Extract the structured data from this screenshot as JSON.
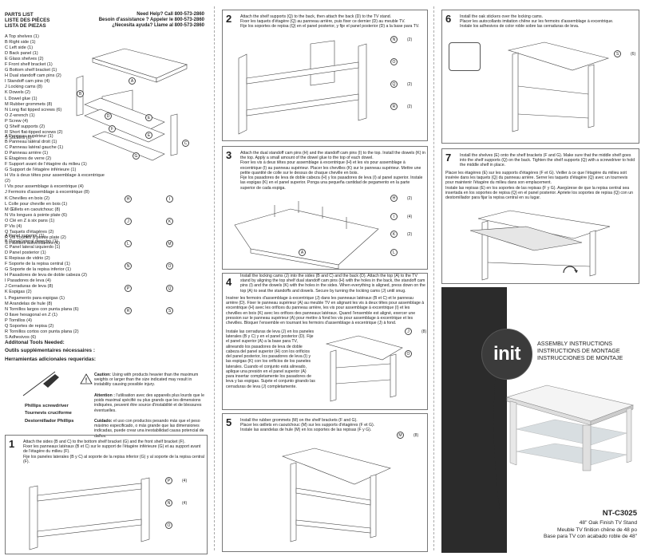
{
  "parts_list": {
    "title_en": "PARTS LIST",
    "title_fr": "LISTE DES PIÈCES",
    "title_es": "LISTA DE PIEZAS",
    "help_en": "Need Help? Call 800-573-2860",
    "help_fr": "Besoin d'assistance ? Appeler le 800-573-2860",
    "help_es": "¿Necesita ayuda? Llame al 800-573-2860",
    "items_en": [
      "A  Top shelves (1)",
      "B  Right side (1)",
      "C  Left side (1)",
      "D  Back panel (1)",
      "E  Glass shelves (2)",
      "F  Front shelf bracket (1)",
      "G  Bottom shelf bracket (1)",
      "H  Dual standoff cam pins (2)",
      "I   Standoff cam pins (4)",
      "J  Locking cams (8)",
      "K  Dowels (2)",
      "L  Dowel glue (1)",
      "M Rubber grommets (8)",
      "N  Long flat tipped screws (6)",
      "O  Z-wrench (1)",
      "P  Screw (4)",
      "Q  Shelf supports (2)",
      "R  Short flat-tipped screws (2)",
      "S  Stickers (6)"
    ],
    "items_fr": [
      "A  Panneau supérieur (1)",
      "B  Panneau latéral droit (1)",
      "C  Panneau latéral gauche (1)",
      "D  Panneau arrière (1)",
      "E  Étagères de verre (2)",
      "F  Support avant de l'étagère du milieu (1)",
      "G  Support de l'étagère inférieure (1)",
      "H  Vis à deux têtes pour assemblage à excentrique (2)",
      "I   Vis pour assemblage à excentrique (4)",
      "J  Fermoirs d'assemblage à excentrique (8)",
      "K  Chevilles en bois (2)",
      "L  Colle pour cheville en bois (1)",
      "M Œillets en caoutchouc (8)",
      "N  Vis longues à pointe plate (6)",
      "O  Clé en Z à six pans (1)",
      "P  Vis (4)",
      "Q  Taquets d'étagères (2)",
      "R  Vis courtes à pointe plate (2)",
      "S  Pastilles autocollantes (6)"
    ],
    "items_es": [
      "A  Panel superior (1)",
      "B  Panel lateral derecho (1)",
      "C  Panel lateral izquierdo (1)",
      "D  Panel posterior (1)",
      "E  Repisas de vidrio (2)",
      "F  Soporte de la repisa central (1)",
      "G  Soporte de la repisa inferior (1)",
      "H  Pasadores de leva de doble cabeza (2)",
      "I   Pasadores de leva (4)",
      "J  Cerraduras de leva (8)",
      "K  Espigas (2)",
      "L  Pegamento para espigas (1)",
      "M Arandelas de hule (8)",
      "N  Tornillos largos con punta plana (6)",
      "O  llave hexagonal en Z (1)",
      "P  Tornillos (4)",
      "Q  Soportes de repisa (2)",
      "R  Tornillos cortos con punta plana (2)",
      "S  Adhesivos (6)"
    ]
  },
  "tools": {
    "title_en": "Additonal Tools Needed:",
    "title_fr": "Outils supplémentaires nécessaires :",
    "title_es": "Herramientas adicionales requeridas:",
    "tool_en": "Phillips screwdriver",
    "tool_fr": "Tournevis cruciforme",
    "tool_es": "Destornillador Phillips",
    "caution_label": "Caution:",
    "caution_en": "Using with products heavier than the maximum weights or larger than the size indicated may result in instability causing possible injury.",
    "attention_label": "Attention :",
    "attention_fr": "l'utilisation avec des appareils plus lourds que le poids maximal spécifié ou plus grands que les dimensions indiquées, peuvent être source d'instabilité et de blessures éventuelles.",
    "cuidado_label": "Cuidado:",
    "cuidado_es": "el uso con productos pesando más que el peso máximo especificado, o más grande que las dimensiones indicadas, puede crear una inestabilidad causa potencial de daños."
  },
  "steps": [
    {
      "num": "1",
      "en": "Attach the sides (B and C) to the bottom shelf bracket (G) and the front shelf bracket (F).",
      "fr": "Fixer les panneaux latéraux (B et C) sur le support de l'étagère inférieure (G) et au support avant de l'étagère du milieu (F).",
      "es": "Fije los paneles laterales (B y C) al soporte de la repisa inferior (G) y al soporte de la repisa central (F)."
    },
    {
      "num": "2",
      "en": "Attach the shelf supports (Q) to the back, then attach the back (D) to the TV stand.",
      "fr": "Fixer les taquets d'étagère (Q) au panneau arrière, puis fixer ce dernier (D) au meuble TV.",
      "es": "Fije los soportes de repisa (Q) en el panel posterior, y fije el panel posterior (D) a la base para TV."
    },
    {
      "num": "3",
      "en": "Attach the dual standoff cam pins (H) and the standoff cam pins (I) to the top. Install the dowels (K) in the top. Apply a small amount of the dowel glue to the top of each dowel.",
      "fr": "Fixer les vis à deux têtes pour assemblage à excentrique (H) et les vis pour assemblage à excentrique (I) au panneau supérieur. Placer les chevilles (K) sur le panneau supérieur. Mettre une petite quantité de colle sur le dessus de chaque cheville en bois.",
      "es": "Fije los pasadores de leva de doble cabeza (H) y los pasadores de leva (I) al panel superior. Instale las espigas (K) en el panel superior. Ponga una pequeña cantidad de pegamento en la parte superior de cada espiga."
    },
    {
      "num": "4",
      "en": "Install the locking cams (J) into the sides (B and C) and the back (D). Attach the top (A) to the TV stand by aligning the top shelf dual standoff cam pins (H) with the holes in the back, the standoff cam pins (I) and the dowels (K) with the holes in the sides. When everything is aligned, press down on the top (A) to seat the standoffs and dowels. Secure by turning the locking cams (J) until snug.",
      "fr": "Insérer les fermoirs d'assemblage à excentrique (J) dans les panneaux latéraux (B et C) et le panneau arrière (D). Fixer le panneau supérieur (A) au meuble TV en alignant les vis à deux têtes pour assemblage à excentrique (H) avec les orifices du panneau arrière, les vis pour assemblage à excentrique (I) et les chevilles en bois (K) avec les orifices des panneaux latéraux. Quand l'ensemble est aligné, exercer une pression sur le panneau supérieur (A) pour mettre à fond les vis pour assemblage à excentrique et les chevilles. Bloquer l'ensemble en tournant les fermoirs d'assemblage à excentrique (J) à fond.",
      "es": "Instale las cerraduras de leva (J) en los paneles laterales (B y C) y en el panel posterior (D). Fije el panel superior (A) a la base para TV, alineando los pasadores de leva de doble cabeza del panel superior (H) con los orificios del panel posterior, los pasadores de leva (I) y las espigas (K) con los orificios de los paneles laterales. Cuando el conjunto está alineado, aplique una presión en el panel superior (A) para insertar completamente los pasadores de leva y las espigas. Sujete el conjunto girando las cerraduras de leva (J) completamente."
    },
    {
      "num": "5",
      "en": "Install the rubber grommets (M) on the shelf brackets (F and G).",
      "fr": "Placer les œillets en caoutchouc (M) sur les supports d'étagères (F et G).",
      "es": "Instale las arandelas de hule (M) en los soportes de las repisas (F y G)."
    },
    {
      "num": "6",
      "en": "Install the oak stickers over the locking cams.",
      "fr": "Placer les autocollants imitation chêne sur les fermoirs d'assemblage à excentrique.",
      "es": "Instale los adhesivos de color roble sobre las cerraduras de leva."
    },
    {
      "num": "7",
      "en": "Install the shelves (E) onto the shelf brackets (F and G). Make sure that the middle shelf goes into the shelf supports (Q) on the back. Tighten the shelf supports (Q) with a screwdriver to hold the middle shelf in place.",
      "fr": "Placer les étagères (E) sur les supports d'étagères (F et G). Veiller à ce que l'étagère du milieu soit insérée dans les taquets (Q) du panneau arrière. Serrer les taquets d'étagère (Q) avec un tournevis pour maintenir l'étagère du milieu dans son emplacement.",
      "es": "Instale las repisas (E) en los soportes de las repisas (F y G). Asegúrese de que la repisa central sea insertada en los soportes de repisa (Q) en el panel posterior. Apriete los soportes de repisa (Q) con un destornillador para fijar la repisa central en su lugar."
    }
  ],
  "hardware_labels": {
    "step1": [
      {
        "l": "P",
        "q": "(4)"
      },
      {
        "l": "N",
        "q": "(4)"
      },
      {
        "l": "O",
        "q": ""
      }
    ],
    "step2": [
      {
        "l": "N",
        "q": "(2)"
      },
      {
        "l": "O",
        "q": ""
      },
      {
        "l": "Q",
        "q": "(2)"
      },
      {
        "l": "R",
        "q": "(2)"
      }
    ],
    "step3": [
      {
        "l": "H",
        "q": "(2)"
      },
      {
        "l": "I",
        "q": "(4)"
      },
      {
        "l": "K",
        "q": "(2)"
      },
      {
        "l": "L",
        "q": ""
      }
    ],
    "step4": [
      {
        "l": "J",
        "q": "(8)"
      },
      {
        "l": "O",
        "q": ""
      }
    ],
    "step5": [
      {
        "l": "M",
        "q": "(8)"
      }
    ],
    "step6": [
      {
        "l": "S",
        "q": "(6)"
      }
    ]
  },
  "cover": {
    "brand": "init",
    "title_en": "ASSEMBLY INSTRUCTIONS",
    "title_fr": "INSTRUCTIONS DE MONTAGE",
    "title_es": "INSTRUCCIONES DE MONTAJE",
    "model": "NT-C3025",
    "desc_en": "48\" Oak Finish TV Stand",
    "desc_fr": "Meuble TV finition chêne de 48 po",
    "desc_es": "Base para TV con acabado roble de 48\""
  },
  "colors": {
    "cover_bg": "#2b2b2b",
    "ink": "#222222",
    "rule": "#777777"
  }
}
